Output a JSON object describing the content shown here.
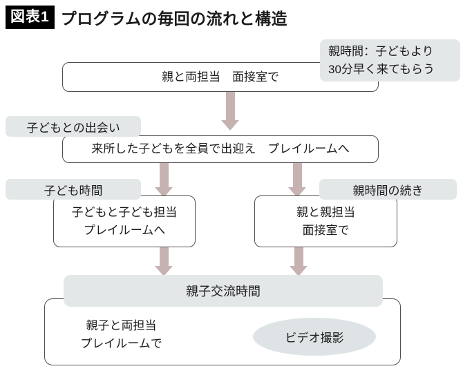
{
  "title": {
    "badge": "図表1",
    "heading": "プログラムの毎回の流れと構造"
  },
  "note_parent_time": {
    "line1": "親時間：子どもより",
    "line2": "30分早く来てもらう"
  },
  "steps": {
    "step1": "親と両担当　面接室で",
    "step2": "来所した子どもを全員で出迎え　プレイルームへ",
    "child_track": {
      "line1": "子どもと子ども担当",
      "line2": "プレイルームへ"
    },
    "parent_track": {
      "line1": "親と親担当",
      "line2": "面接室で"
    },
    "final": {
      "line1": "親子と両担当",
      "line2": "プレイルームで"
    }
  },
  "labels": {
    "meeting_child": "子どもとの出会い",
    "child_time": "子ども時間",
    "parent_time_cont": "親時間の続き",
    "interaction_time": "親子交流時間",
    "video": "ビデオ撮影"
  },
  "colors": {
    "label_bg": "#e3e7e8",
    "ellipse_bg": "#dee4e5",
    "arrow": "#c7b2b2",
    "border": "#4f4f4f",
    "badge_bg": "#000000",
    "badge_text": "#ffffff",
    "text": "#1b1b1b",
    "background": "#ffffff"
  }
}
